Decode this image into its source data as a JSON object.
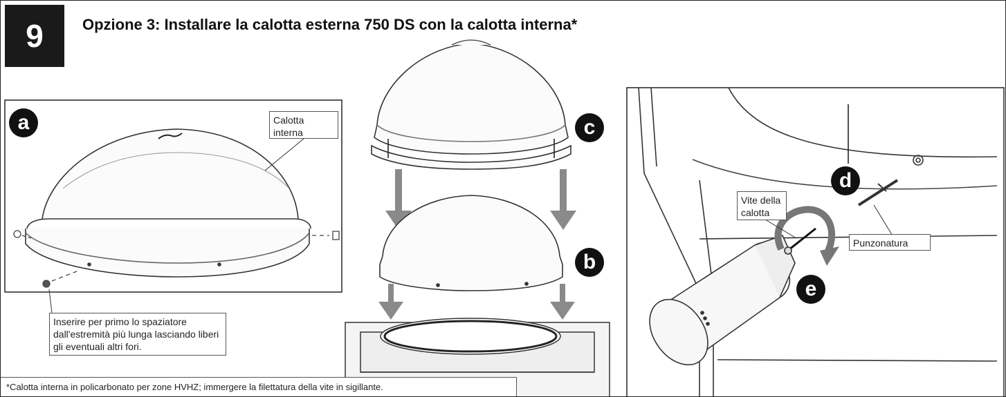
{
  "step": {
    "number": "9"
  },
  "title": "Opzione 3: Installare la calotta esterna 750 DS con la calotta interna*",
  "markers": {
    "a": "a",
    "b": "b",
    "c": "c",
    "d": "d",
    "e": "e"
  },
  "callouts": {
    "calotta_interna": "Calotta interna",
    "spaziatore_note": "Inserire per primo lo spaziatore dall'estremità più lunga lasciando liberi gli eventuali altri fori.",
    "vite_della_calotta": "Vite della calotta",
    "punzonatura": "Punzonatura"
  },
  "footnote": "*Calotta interna in policarbonato per zone HVHZ; immergere la filettatura della vite in sigillante."
}
